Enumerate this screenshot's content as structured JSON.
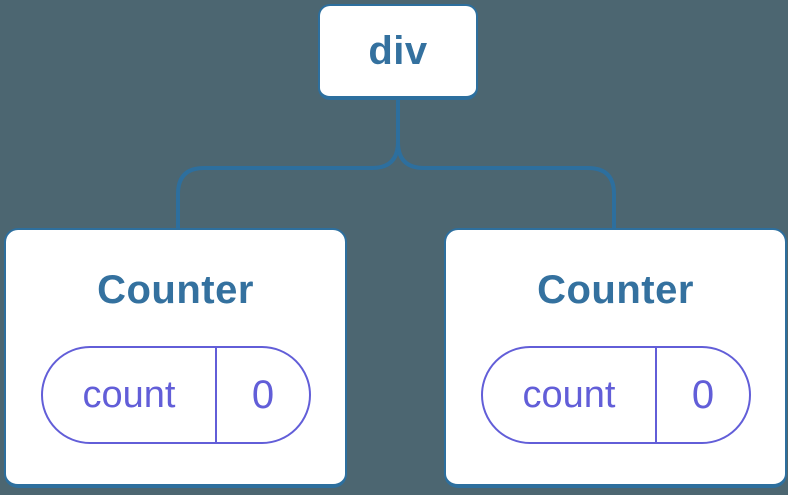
{
  "colors": {
    "background": "#4c6671",
    "node_border_blue": "#2d6f9e",
    "node_text_blue": "#34719f",
    "state_purple": "#625ed8",
    "card_background": "#ffffff"
  },
  "tree": {
    "root": {
      "label": "div"
    },
    "children": [
      {
        "name": "Counter",
        "state": {
          "key": "count",
          "value": "0"
        }
      },
      {
        "name": "Counter",
        "state": {
          "key": "count",
          "value": "0"
        }
      }
    ]
  }
}
